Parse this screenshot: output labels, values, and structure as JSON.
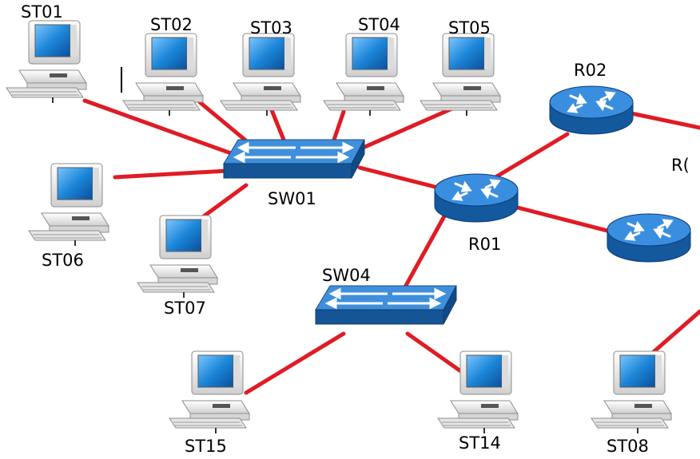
{
  "colors": {
    "link": "#e01b24",
    "router_top": "#2f86d6",
    "router_side": "#14589e",
    "switch_top": "#2c7fd0",
    "switch_side": "#12528f",
    "monitor_screen": "#1c86d8",
    "case": "#eeeeee",
    "case_edge": "#8d8d8d"
  },
  "icons": {
    "workstation": "desktop-computer-icon",
    "switch": "network-switch-icon",
    "router": "router-icon"
  },
  "nodes": {
    "ST01": {
      "label": "ST01"
    },
    "ST02": {
      "label": "ST02"
    },
    "ST03": {
      "label": "ST03"
    },
    "ST04": {
      "label": "ST04"
    },
    "ST05": {
      "label": "ST05"
    },
    "ST06": {
      "label": "ST06"
    },
    "ST07": {
      "label": "ST07"
    },
    "ST08": {
      "label": "ST08"
    },
    "ST14": {
      "label": "ST14"
    },
    "ST15": {
      "label": "ST15"
    },
    "SW01": {
      "label": "SW01"
    },
    "SW04": {
      "label": "SW04"
    },
    "R01": {
      "label": "R01"
    },
    "R02": {
      "label": "R02"
    },
    "R03": {
      "label": "R("
    }
  },
  "links": [
    [
      "ST01",
      "SW01"
    ],
    [
      "ST02",
      "SW01"
    ],
    [
      "ST03",
      "SW01"
    ],
    [
      "ST04",
      "SW01"
    ],
    [
      "ST05",
      "SW01"
    ],
    [
      "ST06",
      "SW01"
    ],
    [
      "ST07",
      "SW01"
    ],
    [
      "SW01",
      "R01"
    ],
    [
      "R01",
      "R02"
    ],
    [
      "R01",
      "R03"
    ],
    [
      "R01",
      "SW04"
    ],
    [
      "SW04",
      "ST15"
    ],
    [
      "SW04",
      "ST14"
    ],
    [
      "R02",
      "R02-offscreen"
    ],
    [
      "R03",
      "ST08"
    ]
  ]
}
